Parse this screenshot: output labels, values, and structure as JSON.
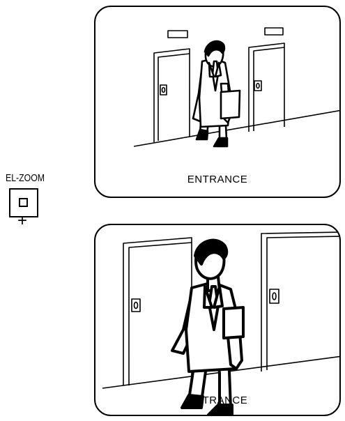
{
  "control": {
    "label": "EL-ZOOM",
    "plus_symbol": "+",
    "button_icon": "square-icon"
  },
  "views": [
    {
      "caption": "ENTRANCE",
      "zoom_state": "normal"
    },
    {
      "caption": "ENTRANCE",
      "zoom_state": "zoomed"
    }
  ],
  "colors": {
    "line": "#000000",
    "background": "#ffffff"
  }
}
